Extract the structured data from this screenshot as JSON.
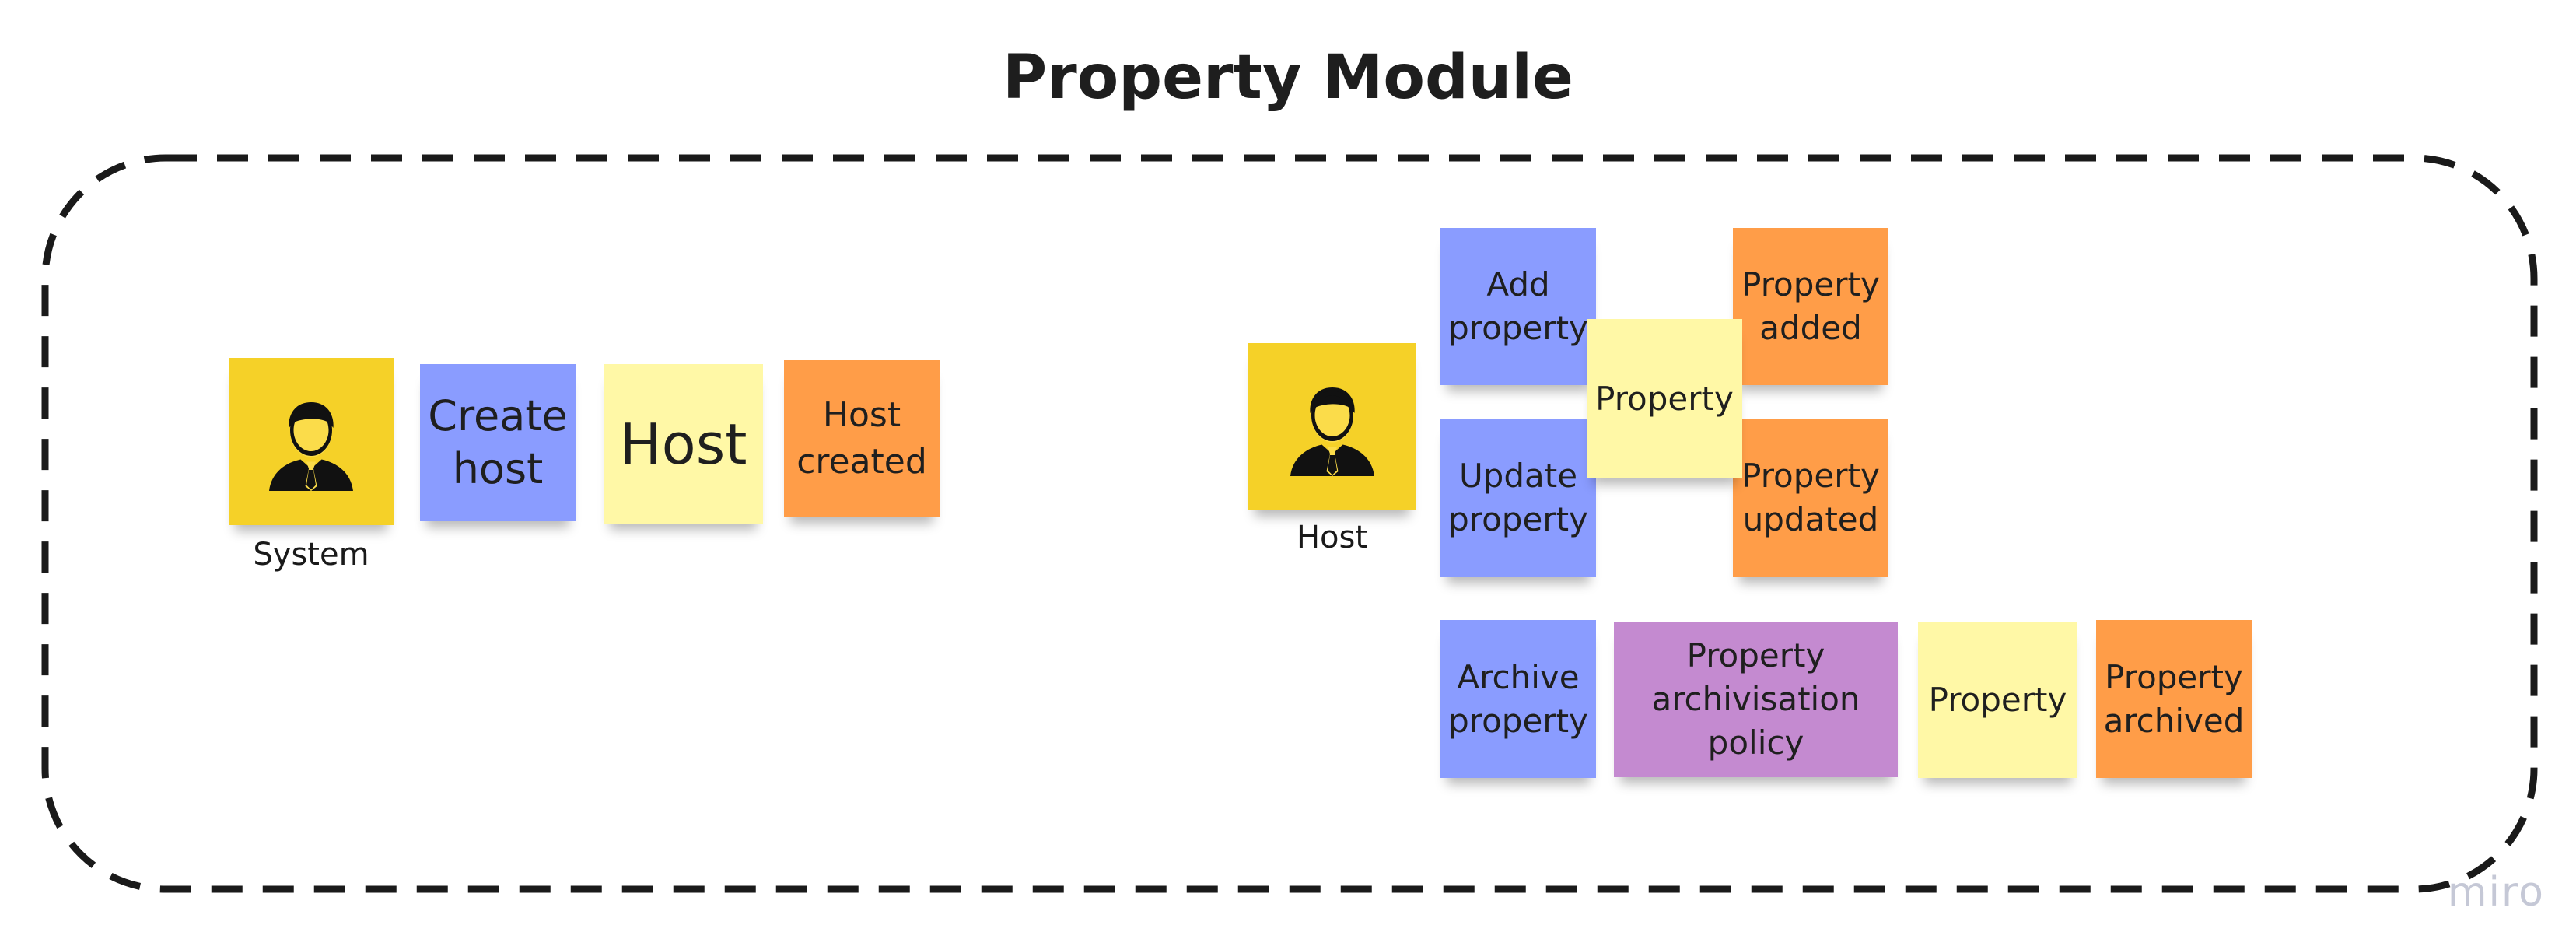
{
  "title": "Property Module",
  "watermark": "miro",
  "colors": {
    "command": "#8a9cff",
    "aggregate": "#fff8a6",
    "event": "#ff9d48",
    "policy": "#c48ad0",
    "actor": "#f5d128"
  },
  "actors": {
    "system": {
      "icon": "person-icon",
      "label": "System"
    },
    "host": {
      "icon": "person-icon",
      "label": "Host"
    }
  },
  "notes": {
    "create_host": "Create\nhost",
    "host": "Host",
    "host_created": "Host\ncreated",
    "add_property": "Add\nproperty",
    "property_center": "Property",
    "property_added": "Property\nadded",
    "update_property": "Update\nproperty",
    "property_updated": "Property\nupdated",
    "archive_property": "Archive\nproperty",
    "archivisation_policy": "Property\narchivisation\npolicy",
    "property_archive": "Property",
    "property_archived": "Property\narchived"
  }
}
